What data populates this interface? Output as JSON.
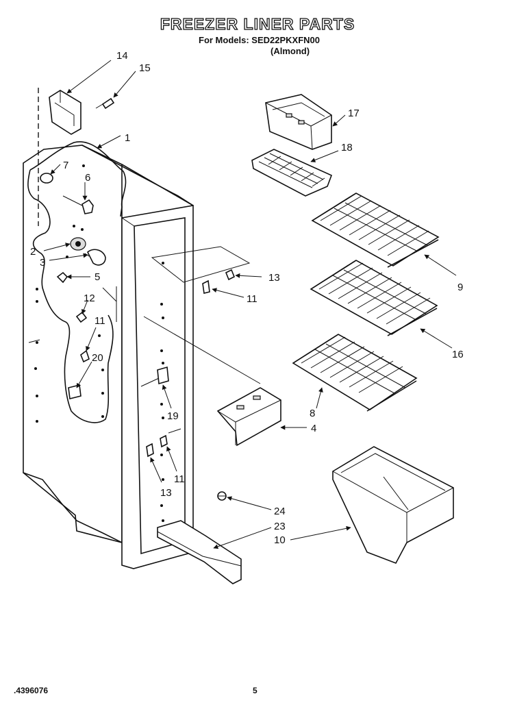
{
  "header": {
    "title": "FREEZER LINER PARTS",
    "models_line": "For Models: SED22PKXFN00",
    "color_variant": "(Almond)"
  },
  "callouts": [
    "14",
    "15",
    "1",
    "7",
    "6",
    "2",
    "3",
    "5",
    "12",
    "11",
    "20",
    "17",
    "18",
    "9",
    "16",
    "8",
    "4",
    "13",
    "11",
    "19",
    "11",
    "13",
    "24",
    "23",
    "10"
  ],
  "footer": {
    "doc_number": ".4396076",
    "page_number": "5"
  }
}
